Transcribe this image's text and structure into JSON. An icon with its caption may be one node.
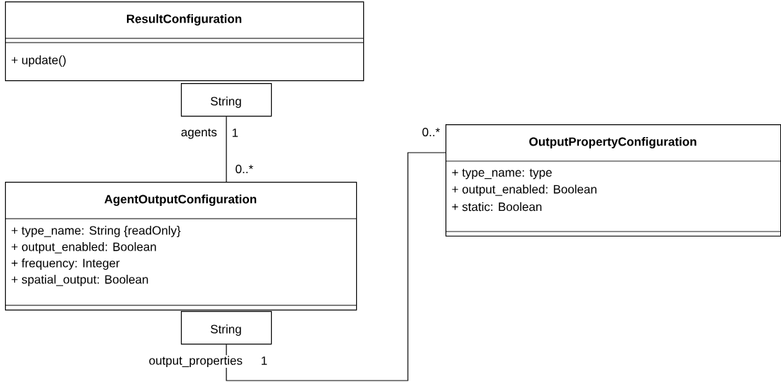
{
  "diagram": {
    "nodes": [
      {
        "text": [
          "ResultConfiguration",
          "+ update()"
        ]
      },
      {
        "text": [
          "String"
        ]
      },
      {
        "text": [
          "AgentOutputConfiguration",
          "+ type_name: String {readOnly}",
          "+ output_enabled: Boolean",
          "+ frequency: Integer",
          "+ spatial_output: Boolean"
        ]
      },
      {
        "text": [
          "String"
        ]
      },
      {
        "text": [
          "OutputPropertyConfiguration",
          "+ type_name: type",
          "+ output_enabled: Boolean",
          "+ static: Boolean"
        ]
      }
    ],
    "edges": [
      {
        "from": 1,
        "to": 2,
        "arrow": "none",
        "label": "agents"
      },
      {
        "from": 3,
        "to": 4,
        "arrow": "none",
        "label": "output_properties"
      }
    ],
    "labels": [
      "1",
      "0..*",
      "1",
      "0..*"
    ]
  }
}
